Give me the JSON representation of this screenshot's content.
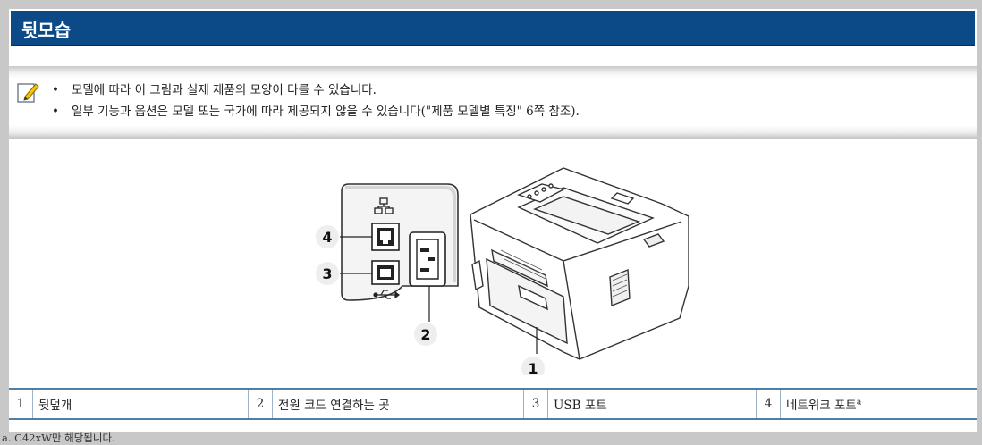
{
  "section": {
    "title": "뒷모습"
  },
  "notes": [
    "모델에 따라 이 그림과 실제 제품의 모양이 다를 수 있습니다.",
    "일부 기능과 옵션은 모델 또는 국가에 따라 제공되지 않을 수 있습니다(\"제품 모델별 특징\" 6쪽 참조)."
  ],
  "figure": {
    "callouts": [
      "1",
      "2",
      "3",
      "4"
    ],
    "icons": [
      "network-icon",
      "usb-icon",
      "note-pencil-icon"
    ]
  },
  "parts": [
    {
      "num": "1",
      "label": "뒷덮개"
    },
    {
      "num": "2",
      "label": "전원 코드 연결하는 곳"
    },
    {
      "num": "3",
      "label": "USB 포트"
    },
    {
      "num": "4",
      "label": "네트워크 포트",
      "sup": "a"
    }
  ],
  "footnote": "a. C42xW만 해당됩니다."
}
